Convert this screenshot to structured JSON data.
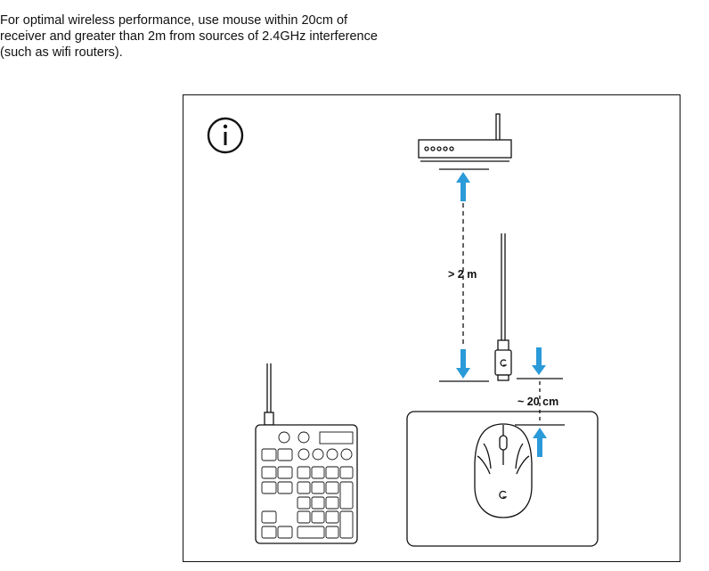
{
  "instructions": {
    "lines": [
      "For optimal wireless performance, use mouse within 20cm of",
      "receiver and greater than 2m from sources of 2.4GHz interference",
      "(such as wifi routers)."
    ]
  },
  "diagram": {
    "router_distance_label": "> 2 m",
    "receiver_distance_label": "~ 20 cm",
    "arrow_color": "#2b9ad8",
    "line_color": "#111111",
    "icons": [
      "info-icon",
      "wifi-router-icon",
      "usb-receiver-icon",
      "numpad-keyboard-icon",
      "gaming-mouse-icon",
      "logitech-g-logo"
    ]
  }
}
